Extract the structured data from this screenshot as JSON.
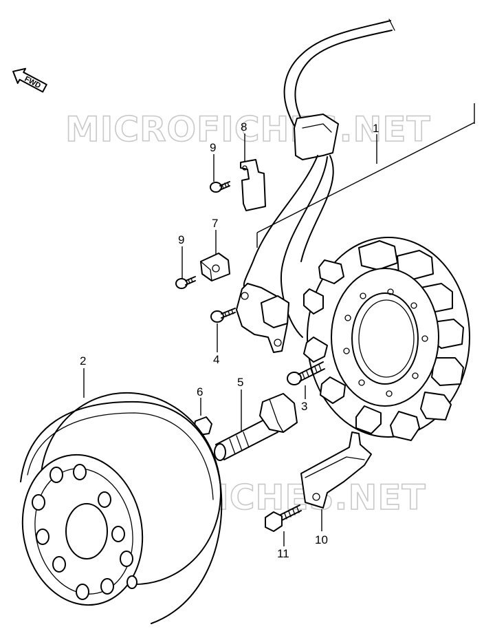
{
  "watermark": "MICROFICHES.NET",
  "direction_badge": {
    "text": "FWD",
    "icon": "forward-arrow-icon"
  },
  "callouts": [
    {
      "id": "c1",
      "number": "1"
    },
    {
      "id": "c2",
      "number": "2"
    },
    {
      "id": "c3",
      "number": "3"
    },
    {
      "id": "c4",
      "number": "4"
    },
    {
      "id": "c5",
      "number": "5"
    },
    {
      "id": "c6",
      "number": "6"
    },
    {
      "id": "c7",
      "number": "7"
    },
    {
      "id": "c8",
      "number": "8"
    },
    {
      "id": "c9a",
      "number": "9"
    },
    {
      "id": "c9b",
      "number": "9"
    },
    {
      "id": "c10",
      "number": "10"
    },
    {
      "id": "c11",
      "number": "11"
    }
  ],
  "parts": [
    "stator-coil",
    "flywheel-rotor",
    "screw",
    "screw",
    "rotor-bolt",
    "key",
    "clamp",
    "clamp",
    "screw",
    "screw",
    "cover-bracket",
    "bolt"
  ]
}
